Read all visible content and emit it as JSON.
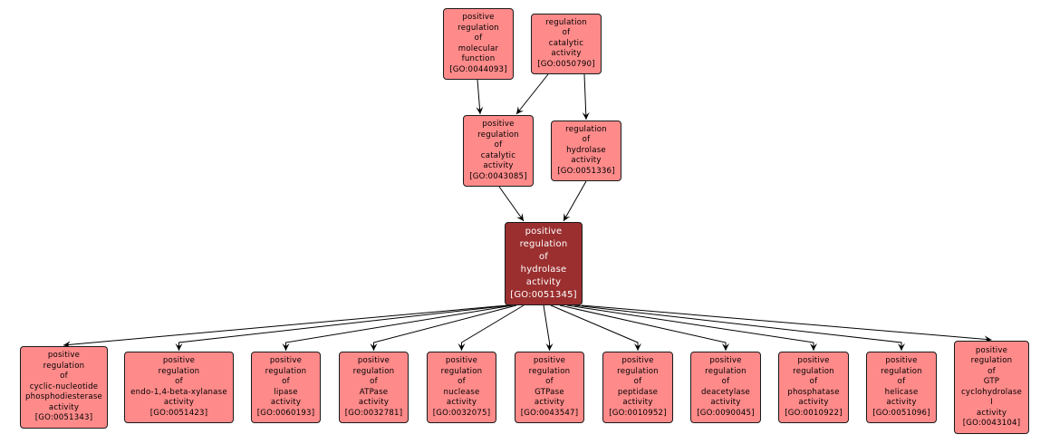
{
  "colors": {
    "node_fill": "#ff8a8a",
    "focus_fill": "#9b2f2f",
    "edge": "#000000",
    "border": "#1a1a1a"
  },
  "nodes": [
    {
      "id": "GO:0044093",
      "lines": [
        "positive",
        "regulation",
        "of",
        "molecular",
        "function",
        "[GO:0044093]"
      ],
      "focus": false
    },
    {
      "id": "GO:0050790",
      "lines": [
        "regulation",
        "of",
        "catalytic",
        "activity",
        "[GO:0050790]"
      ],
      "focus": false
    },
    {
      "id": "GO:0043085",
      "lines": [
        "positive",
        "regulation",
        "of",
        "catalytic",
        "activity",
        "[GO:0043085]"
      ],
      "focus": false
    },
    {
      "id": "GO:0051336",
      "lines": [
        "regulation",
        "of",
        "hydrolase",
        "activity",
        "[GO:0051336]"
      ],
      "focus": false
    },
    {
      "id": "GO:0051345",
      "lines": [
        "positive",
        "regulation",
        "of",
        "hydrolase",
        "activity",
        "[GO:0051345]"
      ],
      "focus": true
    },
    {
      "id": "GO:0051343",
      "lines": [
        "positive",
        "regulation",
        "of",
        "cyclic-nucleotide",
        "phosphodiesterase",
        "activity",
        "[GO:0051343]"
      ],
      "focus": false
    },
    {
      "id": "GO:0051423",
      "lines": [
        "positive",
        "regulation",
        "of",
        "endo-1,4-beta-xylanase",
        "activity",
        "[GO:0051423]"
      ],
      "focus": false
    },
    {
      "id": "GO:0060193",
      "lines": [
        "positive",
        "regulation",
        "of",
        "lipase",
        "activity",
        "[GO:0060193]"
      ],
      "focus": false
    },
    {
      "id": "GO:0032781",
      "lines": [
        "positive",
        "regulation",
        "of",
        "ATPase",
        "activity",
        "[GO:0032781]"
      ],
      "focus": false
    },
    {
      "id": "GO:0032075",
      "lines": [
        "positive",
        "regulation",
        "of",
        "nuclease",
        "activity",
        "[GO:0032075]"
      ],
      "focus": false
    },
    {
      "id": "GO:0043547",
      "lines": [
        "positive",
        "regulation",
        "of",
        "GTPase",
        "activity",
        "[GO:0043547]"
      ],
      "focus": false
    },
    {
      "id": "GO:0010952",
      "lines": [
        "positive",
        "regulation",
        "of",
        "peptidase",
        "activity",
        "[GO:0010952]"
      ],
      "focus": false
    },
    {
      "id": "GO:0090045",
      "lines": [
        "positive",
        "regulation",
        "of",
        "deacetylase",
        "activity",
        "[GO:0090045]"
      ],
      "focus": false
    },
    {
      "id": "GO:0010922",
      "lines": [
        "positive",
        "regulation",
        "of",
        "phosphatase",
        "activity",
        "[GO:0010922]"
      ],
      "focus": false
    },
    {
      "id": "GO:0051096",
      "lines": [
        "positive",
        "regulation",
        "of",
        "helicase",
        "activity",
        "[GO:0051096]"
      ],
      "focus": false
    },
    {
      "id": "GO:0043104",
      "lines": [
        "positive",
        "regulation",
        "of",
        "GTP",
        "cyclohydrolase",
        "I",
        "activity",
        "[GO:0043104]"
      ],
      "focus": false
    }
  ],
  "edges": [
    {
      "from": "GO:0044093",
      "to": "GO:0043085"
    },
    {
      "from": "GO:0050790",
      "to": "GO:0043085"
    },
    {
      "from": "GO:0050790",
      "to": "GO:0051336"
    },
    {
      "from": "GO:0043085",
      "to": "GO:0051345"
    },
    {
      "from": "GO:0051336",
      "to": "GO:0051345"
    },
    {
      "from": "GO:0051345",
      "to": "GO:0051343"
    },
    {
      "from": "GO:0051345",
      "to": "GO:0051423"
    },
    {
      "from": "GO:0051345",
      "to": "GO:0060193"
    },
    {
      "from": "GO:0051345",
      "to": "GO:0032781"
    },
    {
      "from": "GO:0051345",
      "to": "GO:0032075"
    },
    {
      "from": "GO:0051345",
      "to": "GO:0043547"
    },
    {
      "from": "GO:0051345",
      "to": "GO:0010952"
    },
    {
      "from": "GO:0051345",
      "to": "GO:0090045"
    },
    {
      "from": "GO:0051345",
      "to": "GO:0010922"
    },
    {
      "from": "GO:0051345",
      "to": "GO:0051096"
    },
    {
      "from": "GO:0051345",
      "to": "GO:0043104"
    }
  ]
}
